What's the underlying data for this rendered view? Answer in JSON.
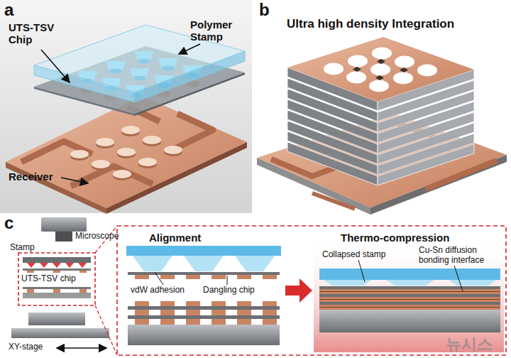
{
  "diagram": {
    "nodes": [
      {
        "text": [
          "Alignment",
          "vdW adhesion",
          "Dangling chip"
        ]
      },
      {
        "text": [
          "Thermo-compression",
          "Collapsed stamp",
          "Cu-Sn diffusion bonding interface"
        ]
      }
    ],
    "edges": [
      {
        "from": 0,
        "to": 1,
        "arrow": "to"
      }
    ],
    "labels": [
      "a",
      "UTS-TSV Chip",
      "Polymer Stamp",
      "Receiver",
      "b",
      "Ultra high density Integration",
      "c",
      "Stamp",
      "Microscope",
      "UTS-TSV chip",
      "XY-stage",
      "뉴시스"
    ]
  }
}
